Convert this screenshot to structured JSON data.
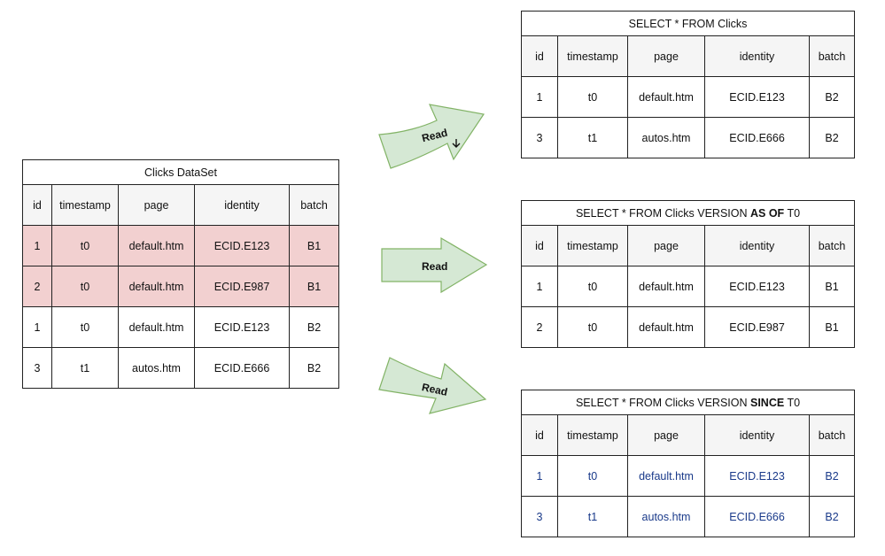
{
  "columns": [
    "id",
    "timestamp",
    "page",
    "identity",
    "batch"
  ],
  "source_table": {
    "title": "Clicks DataSet",
    "rows": [
      {
        "cells": [
          "1",
          "t0",
          "default.htm",
          "ECID.E123",
          "B1"
        ],
        "highlight": true
      },
      {
        "cells": [
          "2",
          "t0",
          "default.htm",
          "ECID.E987",
          "B1"
        ],
        "highlight": true
      },
      {
        "cells": [
          "1",
          "t0",
          "default.htm",
          "ECID.E123",
          "B2"
        ],
        "highlight": false
      },
      {
        "cells": [
          "3",
          "t1",
          "autos.htm",
          "ECID.E666",
          "B2"
        ],
        "highlight": false
      }
    ]
  },
  "arrows": [
    {
      "label": "Read"
    },
    {
      "label": "Read"
    },
    {
      "label": "Read"
    }
  ],
  "result_tables": [
    {
      "title_prefix": "SELECT * FROM Clicks",
      "title_bold": "",
      "title_suffix": "",
      "rows": [
        [
          "1",
          "t0",
          "default.htm",
          "ECID.E123",
          "B2"
        ],
        [
          "3",
          "t1",
          "autos.htm",
          "ECID.E666",
          "B2"
        ]
      ]
    },
    {
      "title_prefix": "SELECT * FROM Clicks VERSION ",
      "title_bold": "AS OF",
      "title_suffix": " T0",
      "rows": [
        [
          "1",
          "t0",
          "default.htm",
          "ECID.E123",
          "B1"
        ],
        [
          "2",
          "t0",
          "default.htm",
          "ECID.E987",
          "B1"
        ]
      ]
    },
    {
      "title_prefix": "SELECT * FROM Clicks VERSION ",
      "title_bold": "SINCE",
      "title_suffix": " T0",
      "rows": [
        [
          "1",
          "t0",
          "default.htm",
          "ECID.E123",
          "B2"
        ],
        [
          "3",
          "t1",
          "autos.htm",
          "ECID.E666",
          "B2"
        ]
      ]
    }
  ],
  "colors": {
    "highlight_row": "#f2d0d0",
    "header_row": "#f5f5f5",
    "arrow_fill": "#d5e8d4",
    "arrow_stroke": "#82b366",
    "since_row_text": "#1a3a8a"
  }
}
